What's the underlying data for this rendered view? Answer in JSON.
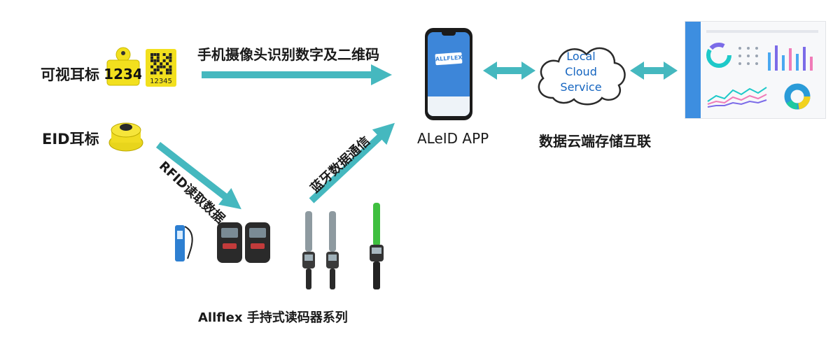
{
  "labels": {
    "visual_tag": "可视耳标",
    "eid_tag": "EID耳标",
    "camera_recognition": "手机摄像头识别数字及二维码",
    "rfid_read": "RFID读取数据",
    "bluetooth": "蓝牙数据通信",
    "app_name": "ALeID APP",
    "cloud_storage": "数据云端存储互联",
    "reader_series": "Allflex 手持式读码器系列"
  },
  "tag": {
    "number": "1234",
    "qr_number": "12345"
  },
  "cloud": {
    "line1": "Local",
    "line2": "Cloud",
    "line3": "Service"
  },
  "phone": {
    "logo_text": "ALLFLEX"
  },
  "colors": {
    "arrow": "#45b8bf",
    "phone_screen": "#3d86d9",
    "cloud_text": "#1565c0",
    "tag_yellow": "#f2e01e"
  }
}
